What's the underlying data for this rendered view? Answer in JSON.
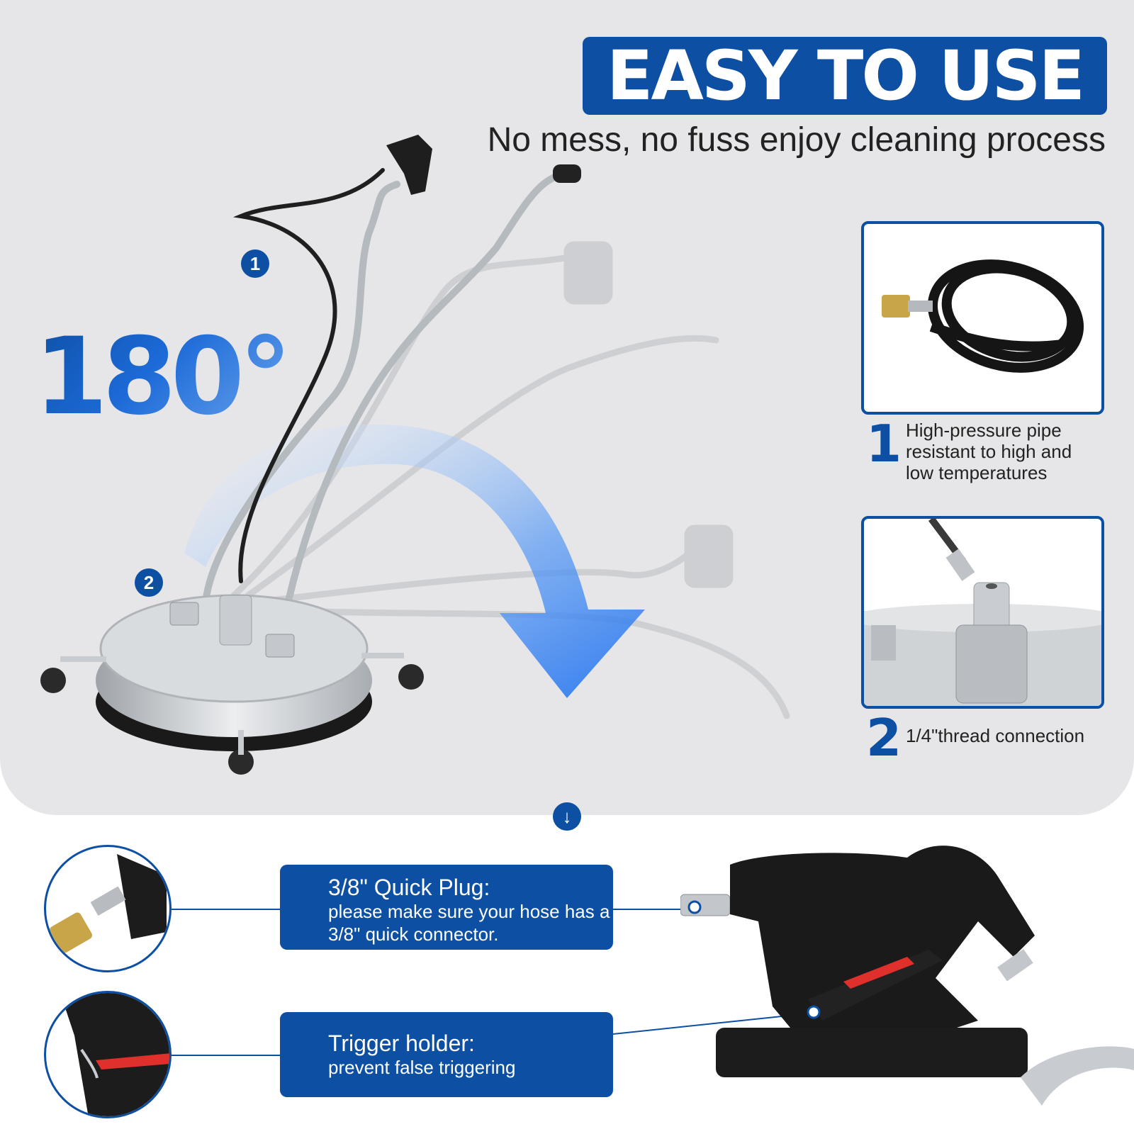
{
  "header": {
    "title": "EASY TO USE",
    "subtitle": "No mess, no fuss enjoy cleaning process"
  },
  "rotation": {
    "angle_label": "180°"
  },
  "callouts": {
    "one": "1",
    "two": "2"
  },
  "features": [
    {
      "number": "1",
      "text": "High-pressure pipe resistant to high and low temperatures"
    },
    {
      "number": "2",
      "text": "1/4\"thread connection"
    }
  ],
  "details": [
    {
      "title": "3/8\" Quick Plug:",
      "desc": "please make sure your hose has a 3/8\" quick connector."
    },
    {
      "title": "Trigger holder:",
      "desc": "prevent false triggering"
    }
  ],
  "colors": {
    "accent": "#0d4fa3",
    "background": "#e6e6e8",
    "arrow": "#2f7df0"
  }
}
